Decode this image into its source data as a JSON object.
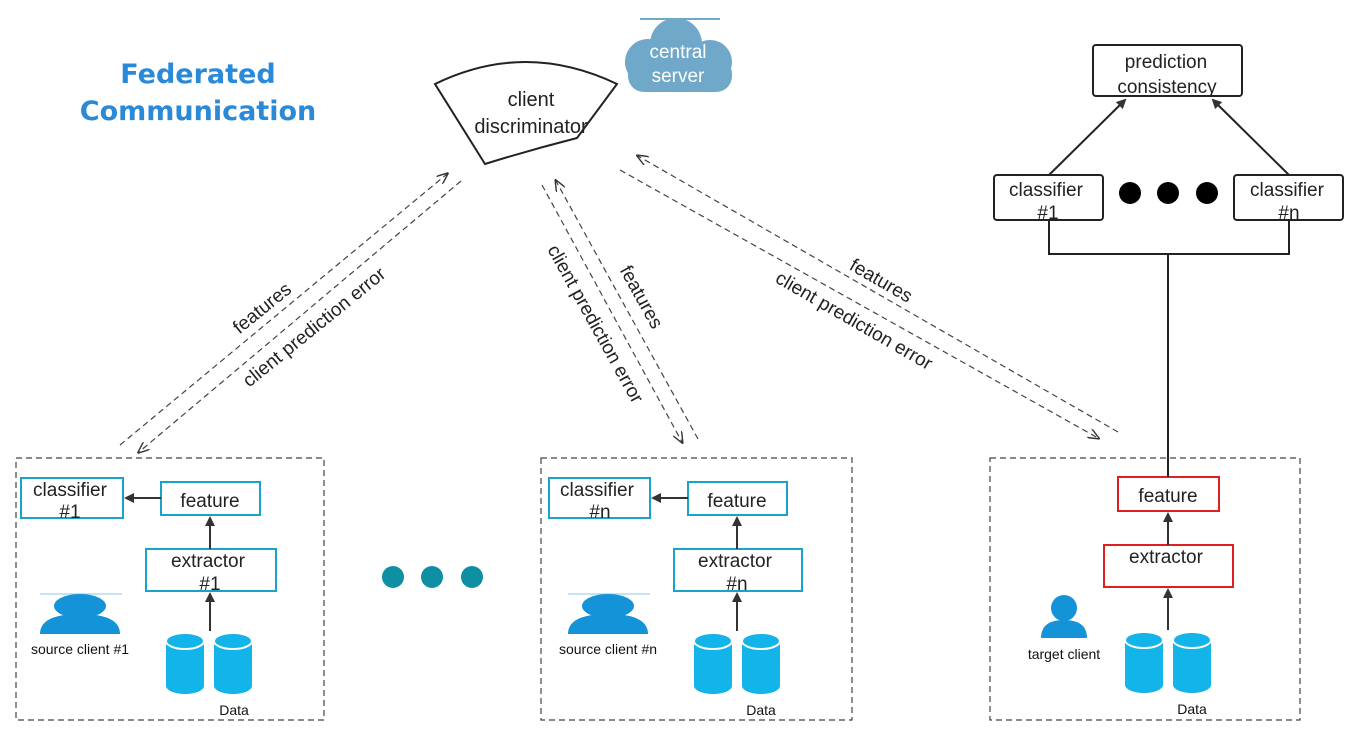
{
  "title": {
    "line1": "Federated",
    "line2": "Communication"
  },
  "server": {
    "cloud_label_line1": "central",
    "cloud_label_line2": "server",
    "discriminator_line1": "client",
    "discriminator_line2": "discriminator"
  },
  "arrows": {
    "left": {
      "features": "features",
      "error": "client prediction error"
    },
    "middle": {
      "features": "features",
      "error": "client prediction error"
    },
    "right": {
      "features": "features",
      "error": "client prediction error"
    }
  },
  "source_client_1": {
    "classifier_line1": "classifier",
    "classifier_line2": "#1",
    "feature": "feature",
    "extractor_line1": "extractor",
    "extractor_line2": "#1",
    "user_label": "source client #1",
    "data_label": "Data"
  },
  "source_client_n": {
    "classifier_line1": "classifier",
    "classifier_line2": "#n",
    "feature": "feature",
    "extractor_line1": "extractor",
    "extractor_line2": "#n",
    "user_label": "source client #n",
    "data_label": "Data"
  },
  "target_client": {
    "feature": "feature",
    "extractor": "extractor",
    "user_label": "target client",
    "data_label": "Data"
  },
  "target_top": {
    "consistency_line1": "prediction",
    "consistency_line2": "consistency",
    "classifier_1_line1": "classifier",
    "classifier_1_line2": "#1",
    "classifier_n_line1": "classifier",
    "classifier_n_line2": "#n"
  },
  "colors": {
    "cyan": "#1aa3c8",
    "title_blue": "#2b8ad8",
    "cloud": "#6fa8c9",
    "db_blue": "#12b4ea",
    "user_blue": "#1593d8",
    "dots_teal": "#0e8fa3",
    "red": "#e02020"
  }
}
